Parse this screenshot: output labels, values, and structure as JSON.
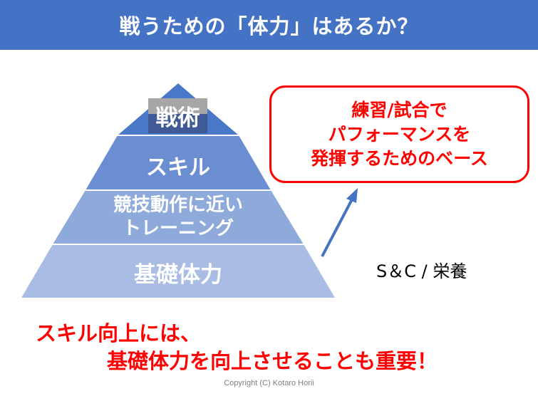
{
  "title": "戦うための「体力」はあるか？",
  "pyramid": {
    "levels": [
      {
        "label": "戦術"
      },
      {
        "label": "スキル"
      },
      {
        "label_line1": "競技動作に近い",
        "label_line2": "トレーニング"
      },
      {
        "label": "基礎体力"
      }
    ]
  },
  "callout": {
    "line1": "練習/試合で",
    "line2": "パフォーマンスを",
    "line3": "発揮するためのベース"
  },
  "side_label": "S＆C / 栄養",
  "message": {
    "line1": "スキル向上には、",
    "line2": "基礎体力を向上させることも重要！"
  },
  "copyright": "Copyright (C) Kotaro Horii",
  "colors": {
    "title_bg": "#4472c4",
    "accent": "#ff0000"
  }
}
